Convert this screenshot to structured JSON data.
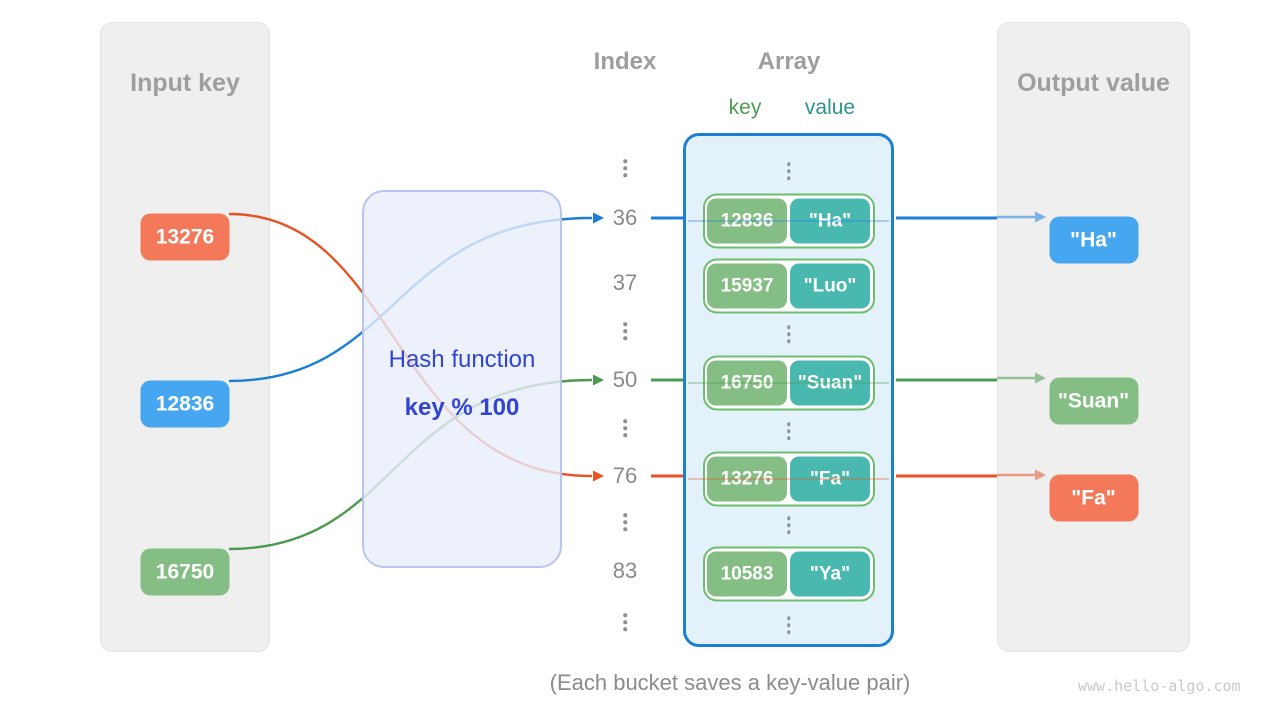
{
  "input_panel": {
    "title": "Input key",
    "items": [
      {
        "label": "13276",
        "color": "orange"
      },
      {
        "label": "12836",
        "color": "blue"
      },
      {
        "label": "16750",
        "color": "green"
      }
    ]
  },
  "hash_box": {
    "title": "Hash function",
    "formula": "key % 100"
  },
  "index_column": {
    "title": "Index"
  },
  "array_panel": {
    "title": "Array",
    "key_header": "key",
    "value_header": "value",
    "rows": [
      {
        "type": "ellipsis"
      },
      {
        "type": "bucket",
        "index": "36",
        "key": "12836",
        "value": "\"Ha\""
      },
      {
        "type": "bucket",
        "index": "37",
        "key": "15937",
        "value": "\"Luo\""
      },
      {
        "type": "ellipsis"
      },
      {
        "type": "bucket",
        "index": "50",
        "key": "16750",
        "value": "\"Suan\""
      },
      {
        "type": "ellipsis"
      },
      {
        "type": "bucket",
        "index": "76",
        "key": "13276",
        "value": "\"Fa\""
      },
      {
        "type": "ellipsis"
      },
      {
        "type": "bucket",
        "index": "83",
        "key": "10583",
        "value": "\"Ya\""
      },
      {
        "type": "ellipsis"
      }
    ]
  },
  "output_panel": {
    "title": "Output value",
    "items": [
      {
        "label": "\"Ha\"",
        "color": "blue"
      },
      {
        "label": "\"Suan\"",
        "color": "green"
      },
      {
        "label": "\"Fa\"",
        "color": "orange"
      }
    ]
  },
  "connections": [
    {
      "input": "12836",
      "index": "36",
      "output": "\"Ha\"",
      "color": "line_blue"
    },
    {
      "input": "16750",
      "index": "50",
      "output": "\"Suan\"",
      "color": "line_green"
    },
    {
      "input": "13276",
      "index": "76",
      "output": "\"Fa\"",
      "color": "line_orange"
    }
  ],
  "footer": {
    "caption": "(Each bucket saves a key-value pair)",
    "watermark": "www.hello-algo.com"
  },
  "colors": {
    "orange": "#F4795B",
    "blue": "#47A6F0",
    "green": "#85BE85",
    "teal": "#49B8AE",
    "line_orange": "#E65327",
    "line_blue": "#1B7FD8",
    "line_green": "#4D9B51",
    "key_header": "#4E9D50",
    "value_header": "#2E9488"
  }
}
